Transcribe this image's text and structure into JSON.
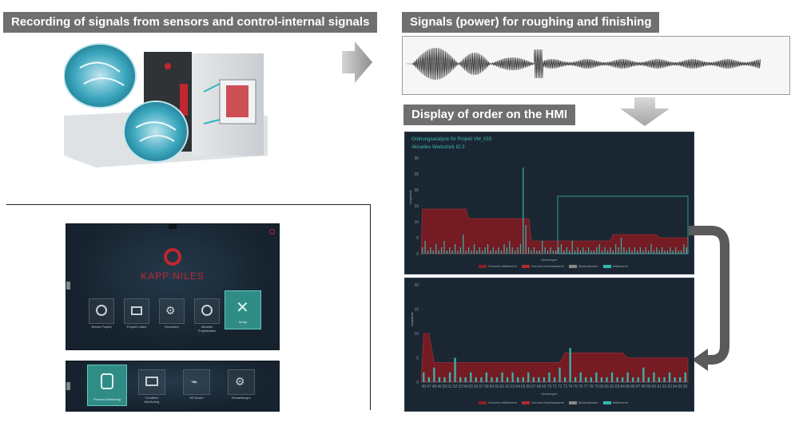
{
  "sections": {
    "recording_title": "Recording of signals from sensors and control-internal signals",
    "signals_title": "Signals (power) for roughing and finishing",
    "display_title": "Display of order on the HMI"
  },
  "colors": {
    "teal": "#35b6ae",
    "red_band": "#8b1e24",
    "panel_bg": "#1a2733",
    "title_bg": "#6f6f6f"
  },
  "hmi_top": {
    "line1": "Ordnungsanalyse für Projekt   VM_033",
    "line2": "Aktuelles Werkstück ID   3",
    "ylabel": "Amplitude",
    "xlabel": "Ordnungen",
    "legend": [
      "Grenzen Mittelwerte",
      "Grenzen Maximalwerte",
      "Maximalwerte",
      "Mittelwerte"
    ]
  },
  "hmi_bottom": {
    "ylabel": "Amplitude",
    "xlabel": "Ordnungen",
    "legend": [
      "Grenzen Mittelwerte",
      "Grenzen Maximalwerte",
      "Maximalwerte",
      "Mittelwerte"
    ]
  },
  "chart_data": [
    {
      "type": "bar",
      "ylim": [
        0,
        30
      ],
      "yticks": [
        "0",
        "5",
        "10",
        "15",
        "20",
        "25",
        "30"
      ],
      "limit_band": [
        14,
        14,
        14,
        14,
        14,
        14,
        14,
        14,
        14,
        14,
        14,
        14,
        14,
        14,
        14,
        14,
        14,
        11,
        11,
        11,
        11,
        11,
        11,
        11,
        11,
        11,
        11,
        11,
        11,
        11,
        11,
        11,
        11,
        11,
        11,
        11,
        11,
        11,
        11,
        11,
        4,
        4,
        4,
        4,
        4,
        4,
        4,
        4,
        4,
        4,
        4,
        4,
        4,
        4,
        4,
        4,
        4,
        4,
        4,
        4,
        4,
        4,
        4,
        4,
        4,
        4,
        4,
        4,
        4,
        4,
        6,
        6,
        6,
        6,
        6,
        6,
        6,
        6,
        6,
        6,
        6,
        6,
        6,
        6,
        6,
        6,
        6,
        5,
        5,
        5,
        5,
        5,
        5,
        5,
        5,
        5,
        5,
        5
      ],
      "values": [
        2,
        4,
        1,
        2,
        1,
        3,
        1,
        2,
        4,
        1,
        2,
        1,
        3,
        1,
        2,
        6,
        1,
        2,
        1,
        3,
        1,
        2,
        1,
        2,
        3,
        1,
        2,
        1,
        2,
        1,
        3,
        2,
        4,
        2,
        1,
        2,
        3,
        27,
        9,
        2,
        1,
        2,
        1,
        1,
        4,
        2,
        1,
        2,
        1,
        1,
        2,
        3,
        1,
        2,
        1,
        4,
        1,
        2,
        1,
        2,
        1,
        2,
        1,
        1,
        2,
        3,
        1,
        2,
        1,
        2,
        1,
        3,
        2,
        5,
        2,
        1,
        2,
        1,
        2,
        1,
        2,
        1,
        2,
        1,
        3,
        1,
        2,
        1,
        2,
        1,
        1,
        2,
        1,
        2,
        1,
        1,
        3,
        2
      ]
    },
    {
      "type": "bar",
      "ylim": [
        0,
        20
      ],
      "yticks": [
        "0",
        "5",
        "10",
        "15",
        "20"
      ],
      "categories": [
        "46",
        "47",
        "48",
        "49",
        "50",
        "51",
        "52",
        "53",
        "54",
        "55",
        "56",
        "57",
        "58",
        "59",
        "60",
        "61",
        "62",
        "63",
        "64",
        "65",
        "66",
        "67",
        "68",
        "69",
        "70",
        "71",
        "72",
        "73",
        "74",
        "75",
        "76",
        "77",
        "78",
        "79",
        "80",
        "81",
        "82",
        "83",
        "84",
        "85",
        "86",
        "87",
        "88",
        "89",
        "90",
        "91",
        "92",
        "93",
        "94",
        "95",
        "96"
      ],
      "limit_band": [
        10,
        10,
        4,
        4,
        4,
        4,
        4,
        4,
        4,
        4,
        4,
        4,
        4,
        4,
        4,
        4,
        4,
        4,
        4,
        4,
        4,
        4,
        4,
        4,
        4,
        4,
        4,
        6,
        6,
        6,
        6,
        6,
        6,
        6,
        6,
        6,
        6,
        6,
        6,
        5,
        5,
        5,
        5,
        5,
        5,
        5,
        5,
        5,
        5,
        5,
        5
      ],
      "values": [
        2,
        1,
        3,
        1,
        1,
        2,
        5,
        1,
        1,
        2,
        1,
        1,
        2,
        1,
        1,
        2,
        1,
        2,
        1,
        1,
        2,
        1,
        1,
        1,
        2,
        1,
        3,
        1,
        7,
        1,
        2,
        1,
        1,
        2,
        1,
        1,
        2,
        1,
        1,
        2,
        1,
        1,
        3,
        1,
        2,
        1,
        1,
        2,
        1,
        1,
        2
      ]
    }
  ],
  "kapp_hmi": {
    "brand": "KAPP NILES",
    "tiles": [
      "Neues Projekt",
      "Projekt Laden",
      "Einrichten",
      "Aktuelle Projektdaten",
      "Setup"
    ],
    "bottom_tiles": [
      "Prozess Monitoring",
      "Condition Monitoring",
      "HB Board",
      "Einstellungen"
    ]
  }
}
